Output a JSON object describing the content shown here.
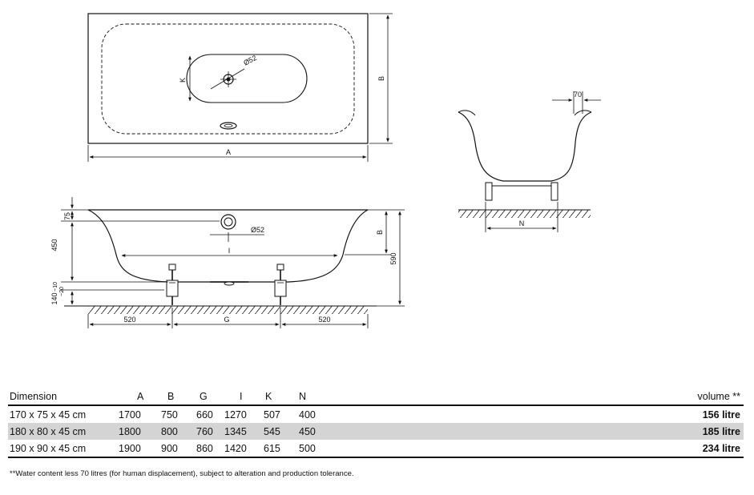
{
  "drawing": {
    "top_view": {
      "dim_A": "A",
      "dim_B": "B",
      "dim_K": "K",
      "drain": "Ø52"
    },
    "side_view": {
      "dim_75": "75",
      "dim_450": "450",
      "dim_140": "140",
      "dim_10": "~10",
      "dim_20": "~20",
      "dim_590": "590",
      "dim_B": "B",
      "dim_I": "I",
      "dim_G": "G",
      "drain": "Ø52",
      "left_520": "520",
      "right_520": "520"
    },
    "end_view": {
      "dim_70": "70",
      "dim_N": "N"
    }
  },
  "table": {
    "headers": {
      "dimension": "Dimension",
      "A": "A",
      "B": "B",
      "G": "G",
      "I": "I",
      "K": "K",
      "N": "N",
      "volume": "volume **"
    },
    "rows": [
      {
        "dimension": "170 x 75 x 45 cm",
        "A": "1700",
        "B": "750",
        "G": "660",
        "I": "1270",
        "K": "507",
        "N": "400",
        "volume": "156 litre"
      },
      {
        "dimension": "180 x 80 x 45 cm",
        "A": "1800",
        "B": "800",
        "G": "760",
        "I": "1345",
        "K": "545",
        "N": "450",
        "volume": "185 litre"
      },
      {
        "dimension": "190 x 90 x 45 cm",
        "A": "1900",
        "B": "900",
        "G": "860",
        "I": "1420",
        "K": "615",
        "N": "500",
        "volume": "234 litre"
      }
    ]
  },
  "footnote": "**Water content less 70 litres (for human displacement), subject to alteration and production tolerance."
}
